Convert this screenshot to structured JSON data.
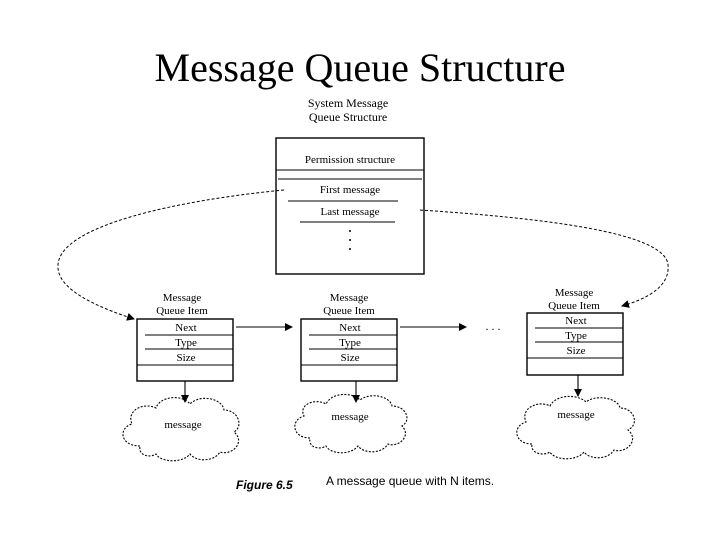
{
  "slide": {
    "title": "Message Queue Structure"
  },
  "diagram": {
    "system_queue": {
      "label_line1": "System Message",
      "label_line2": "Queue Structure",
      "fields": [
        "Permission structure",
        "First message",
        "Last message"
      ]
    },
    "items": [
      {
        "label_line1": "Message",
        "label_line2": "Queue Item",
        "fields": [
          "Next",
          "Type",
          "Size"
        ],
        "message": "message"
      },
      {
        "label_line1": "Message",
        "label_line2": "Queue Item",
        "fields": [
          "Next",
          "Type",
          "Size"
        ],
        "message": "message"
      },
      {
        "label_line1": "Message",
        "label_line2": "Queue Item",
        "fields": [
          "Next",
          "Type",
          "Size"
        ],
        "message": "message"
      }
    ],
    "ellipsis": ". . .",
    "caption": {
      "figure": "Figure 6.5",
      "text": "A message queue with N items."
    }
  }
}
